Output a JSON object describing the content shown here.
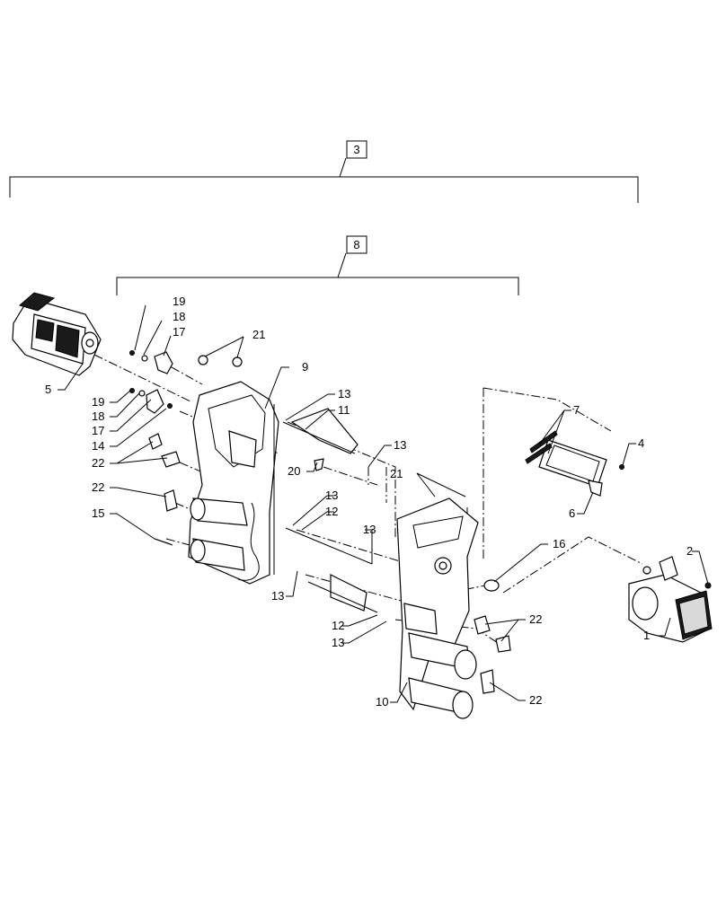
{
  "assembly_boxes": {
    "outer": "3",
    "inner": "8"
  },
  "callouts": {
    "c1": "1",
    "c2": "2",
    "c4": "4",
    "c5": "5",
    "c6": "6",
    "c7": "7",
    "c9": "9",
    "c10": "10",
    "c11": "11",
    "c12a": "12",
    "c12b": "12",
    "c13a": "13",
    "c13b": "13",
    "c13c": "13",
    "c13d": "13",
    "c13e": "13",
    "c13f": "13",
    "c14": "14",
    "c15": "15",
    "c16": "16",
    "c17a": "17",
    "c17b": "17",
    "c18a": "18",
    "c18b": "18",
    "c19a": "19",
    "c19b": "19",
    "c20": "20",
    "c21a": "21",
    "c21b": "21",
    "c22a": "22",
    "c22b": "22",
    "c22c": "22",
    "c22d": "22"
  }
}
